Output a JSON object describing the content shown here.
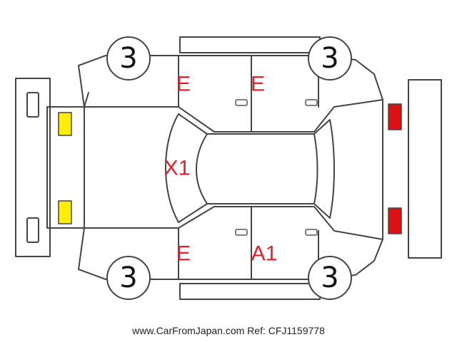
{
  "tires": {
    "front_left": "3",
    "rear_left": "3",
    "front_right": "3",
    "rear_right": "3"
  },
  "marks": {
    "top_front_door": "E",
    "top_rear_door": "E",
    "hood": "X1",
    "bottom_front_door": "E",
    "bottom_rear_door": "A1"
  },
  "colors": {
    "headlight": "#ffee00",
    "taillight": "#dd1111",
    "mark_text": "#e0202a"
  },
  "footer": {
    "source_text": "www.CarFromJapan.com Ref: CFJ1159778"
  }
}
